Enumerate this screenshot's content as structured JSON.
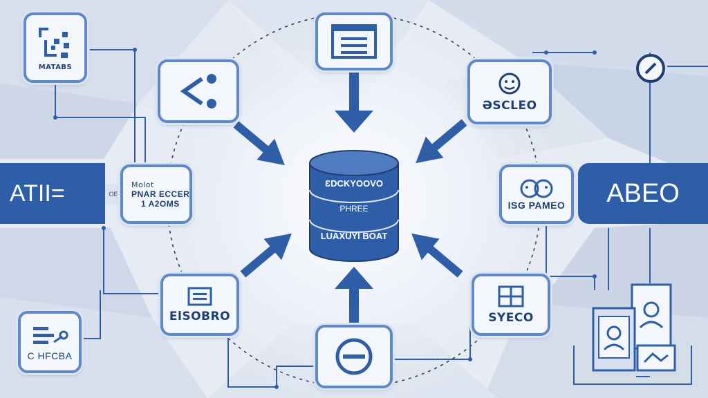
{
  "colors": {
    "primary": "#2f5ea8",
    "node_border": "#5f88c6",
    "node_fill": "#f3f6fb",
    "background": "#e6ebf4",
    "text": "#1f3f73"
  },
  "diagram": {
    "hub": {
      "line1": "ƐDCKYOOVO",
      "line2": "PHREE",
      "line3": "LUAXUYI BOAT"
    },
    "left_bar": {
      "label": "ATII=",
      "tab_label": "OE"
    },
    "right_bar": {
      "label": "ABEO"
    },
    "nodes": {
      "top_left_corner": {
        "label": "MATABS",
        "icon": "qr-grid-icon"
      },
      "top_center": {
        "label": "",
        "icon": "window-icon"
      },
      "share": {
        "label": "",
        "icon": "share-icon"
      },
      "face": {
        "label": "ƏSCLEO",
        "icon": "face-icon"
      },
      "text_card": {
        "line1": "Molot",
        "line2": "PNAR ECCER",
        "line3": "1 A2OMS"
      },
      "right_card": {
        "label": "ISG PAMEO",
        "icon": "masks-icon"
      },
      "bottom_left": {
        "label": "ElSOBRO",
        "icon": "list-icon"
      },
      "bottom_center": {
        "label": "",
        "icon": "minus-circle-icon"
      },
      "bottom_right": {
        "label": "SYECO",
        "icon": "grid-icon"
      },
      "bottom_left_corner": {
        "label": "C HFCBA",
        "icon": "list-toggle-icon"
      },
      "bottom_right_corner": {
        "label": "",
        "icon": "id-cards-icon"
      }
    }
  }
}
